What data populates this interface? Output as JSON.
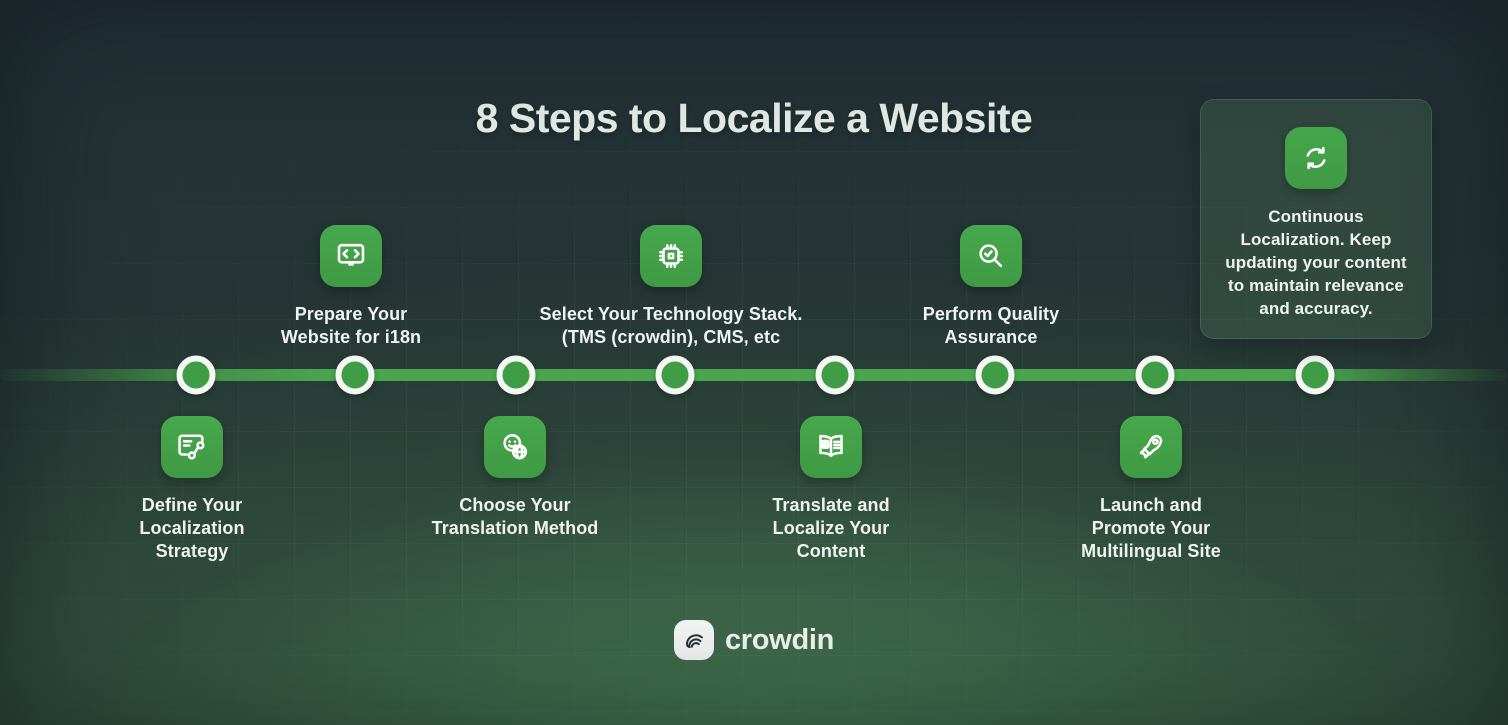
{
  "title": "8 Steps to Localize a Website",
  "steps": [
    {
      "n": 1,
      "label": "Define Your Localization Strategy",
      "icon": "strategy-flow-icon",
      "side": "below"
    },
    {
      "n": 2,
      "label": "Prepare Your Website for i18n",
      "icon": "code-screen-icon",
      "side": "above"
    },
    {
      "n": 3,
      "label": "Choose Your Translation Method",
      "icon": "translator-globe-icon",
      "side": "below"
    },
    {
      "n": 4,
      "label": "Select Your Technology Stack. (TMS (crowdin), CMS, etc",
      "icon": "cpu-chip-icon",
      "side": "above"
    },
    {
      "n": 5,
      "label": "Translate and Localize Your Content",
      "icon": "open-book-icon",
      "side": "below"
    },
    {
      "n": 6,
      "label": "Perform Quality Assurance",
      "icon": "search-check-icon",
      "side": "above"
    },
    {
      "n": 7,
      "label": "Launch and Promote Your Multilingual Site",
      "icon": "rocket-icon",
      "side": "below"
    },
    {
      "n": 8,
      "label": "Continuous Localization. Keep updating your content to maintain relevance and accuracy.",
      "icon": "sync-icon",
      "side": "card"
    }
  ],
  "timeline": {
    "dot_count": 8,
    "dot_x_positions": [
      196,
      355,
      516,
      675,
      835,
      995,
      1155,
      1315
    ]
  },
  "brand": {
    "name": "crowdin",
    "logo_icon": "crowdin-bird-icon"
  },
  "colors": {
    "background_dark": "#243137",
    "background_green_glow": "#3f6a4c",
    "accent_green": "#44a24a",
    "timeline_green": "#4aa54e",
    "dot_ring_white": "#f4f7f4",
    "card_background": "#31493a",
    "title_text": "#e3eae3",
    "label_text": "#f0f4f0"
  }
}
